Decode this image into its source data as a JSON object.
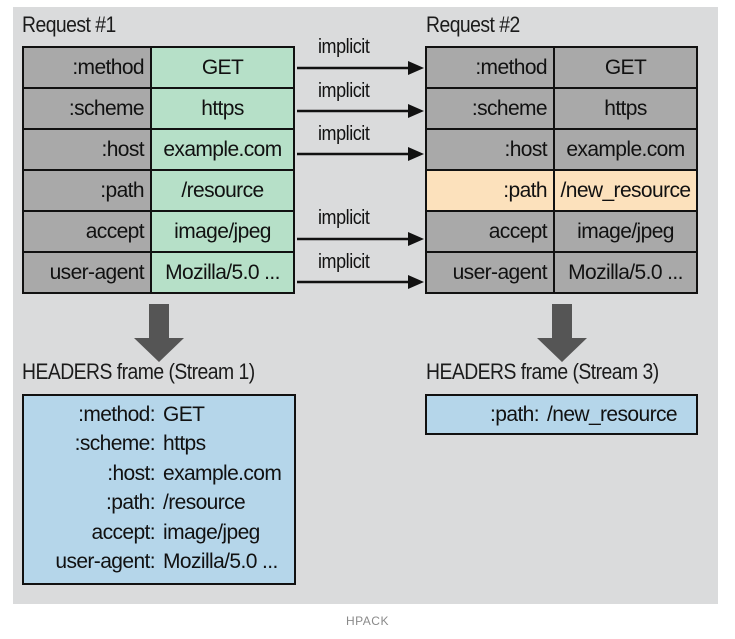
{
  "request1": {
    "title": "Request #1",
    "rows": [
      {
        "name": ":method",
        "value": "GET"
      },
      {
        "name": ":scheme",
        "value": "https"
      },
      {
        "name": ":host",
        "value": "example.com"
      },
      {
        "name": ":path",
        "value": "/resource"
      },
      {
        "name": "accept",
        "value": "image/jpeg"
      },
      {
        "name": "user-agent",
        "value": "Mozilla/5.0 ..."
      }
    ]
  },
  "request2": {
    "title": "Request #2",
    "rows": [
      {
        "name": ":method",
        "value": "GET"
      },
      {
        "name": ":scheme",
        "value": "https"
      },
      {
        "name": ":host",
        "value": "example.com"
      },
      {
        "name": ":path",
        "value": "/new_resource",
        "changed": true
      },
      {
        "name": "accept",
        "value": "image/jpeg"
      },
      {
        "name": "user-agent",
        "value": "Mozilla/5.0 ..."
      }
    ]
  },
  "arrows": {
    "label": "implicit"
  },
  "frame1": {
    "title": "HEADERS frame (Stream 1)",
    "lines": [
      {
        "key": ":method:",
        "value": "GET"
      },
      {
        "key": ":scheme:",
        "value": "https"
      },
      {
        "key": ":host:",
        "value": "example.com"
      },
      {
        "key": ":path:",
        "value": "/resource"
      },
      {
        "key": "accept:",
        "value": "image/jpeg"
      },
      {
        "key": "user-agent:",
        "value": "Mozilla/5.0 ..."
      }
    ]
  },
  "frame2": {
    "title": "HEADERS frame (Stream 3)",
    "lines": [
      {
        "key": ":path:",
        "value": "/new_resource"
      }
    ]
  },
  "caption": "HPACK",
  "colors": {
    "background": "#dadbdc",
    "header_name": "#a9a9a9",
    "request1_value": "#b6e0c8",
    "changed_row": "#fce1bc",
    "frame": "#b5d6ea",
    "arrow": "#111111",
    "down_arrow": "#555555"
  }
}
